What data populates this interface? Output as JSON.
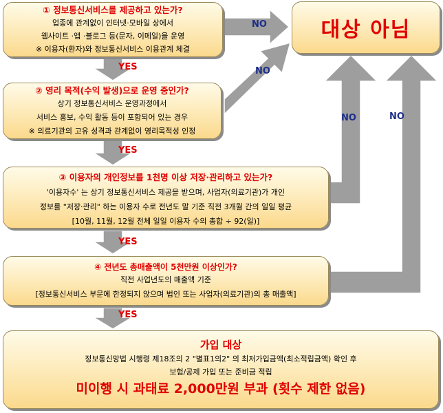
{
  "steps": [
    {
      "question": "① 정보통신서비스를 제공하고 있는가?",
      "lines": [
        "업종에 관계없이 인터넷·모바일 상에서",
        "웹사이트 ·앱 ·블로그 등(문자, 이메일)을 운영",
        "※ 이용자(환자)와 정보통신서비스 이용관계 체결"
      ]
    },
    {
      "question": "② 영리 목적(수익 발생)으로 운영 중인가?",
      "lines": [
        "상기 정보통신서비스 운영과정에서",
        "서비스 홍보, 수익 활동 등이 포함되어 있는 경우",
        "※ 의료기관의 고유 성격과 관계없이 영리목적성 인정"
      ]
    },
    {
      "question": "③ 이용자의 개인정보를 1천명 이상 저장·관리하고 있는가?",
      "lines": [
        "'이용자수' 는 상기 정보통신서비스 제공을 받으며, 사업자(의료기관)가 개인",
        "정보를 \"저장·관리\" 하는 이용자 수로 전년도 말 기준 직전 3개월 간의 일일 평균",
        "[10월, 11월, 12월 전체 일일 이용자 수의 총합 ÷ 92(일)]"
      ]
    },
    {
      "question": "④ 전년도 총매출액이 5천만원 이상인가?",
      "lines": [
        "직전 사업년도의 매출액 기준",
        "[정보통신서비스 부문에 한정되지 않으며 법인 또는 사업자(의료기관)의 총 매출액]"
      ]
    }
  ],
  "result_yes": {
    "title": "가입 대상",
    "lines": [
      "정보통신망법 시행령 제18조의 2 \"별표1의2\" 의 최저가입금액(최소적립금액) 확인 후",
      "보험/공제 가입 또는 준비금 적립"
    ],
    "penalty": "미이행 시 과태료 2,000만원 부과 (횟수 제한 없음)"
  },
  "result_no": {
    "title": "대상 아님"
  },
  "labels": {
    "yes": "YES",
    "no": "NO"
  },
  "colors": {
    "question": "#e00000",
    "yes_label": "#e00000",
    "no_label": "#1d2f8a",
    "arrow": "#9e9e9e"
  }
}
